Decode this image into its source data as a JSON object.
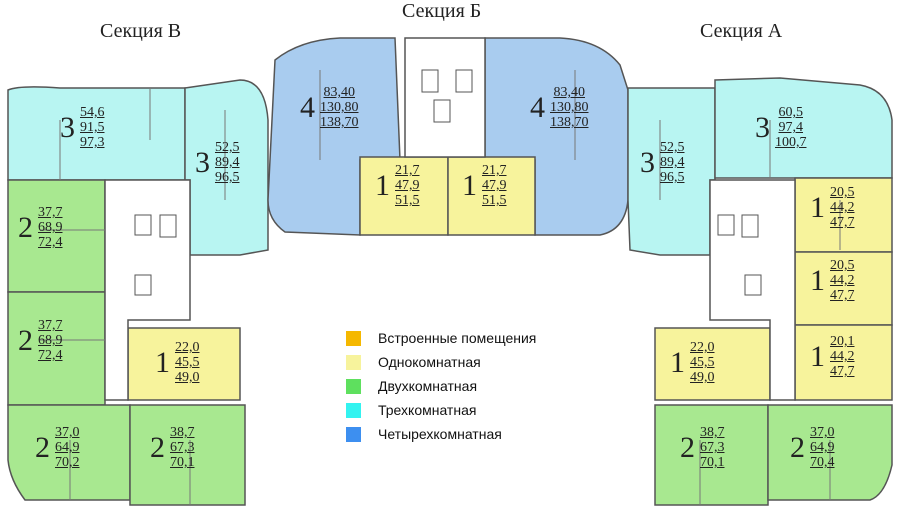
{
  "section_titles": {
    "v": "Секция В",
    "b": "Секция Б",
    "a": "Секция А"
  },
  "colors": {
    "builtin": "#f5b800",
    "one_room": "#f7f39c",
    "two_room": "#a8e890",
    "three_room": "#b8f5f2",
    "four_room": "#a9ccef",
    "walls": "#555555"
  },
  "legend": [
    {
      "label": "Встроенные помещения",
      "color": "#f5b800"
    },
    {
      "label": "Однокомнатная",
      "color": "#f7f39c"
    },
    {
      "label": "Двухкомнатная",
      "color": "#5ee05e"
    },
    {
      "label": "Трехкомнатная",
      "color": "#33f3f0"
    },
    {
      "label": "Четырехкомнатная",
      "color": "#3d8ff0"
    }
  ],
  "apartments": [
    {
      "rooms": "3",
      "a1": "54,6",
      "a2": "91,5",
      "a3": "97,3"
    },
    {
      "rooms": "3",
      "a1": "52,5",
      "a2": "89,4",
      "a3": "96,5"
    },
    {
      "rooms": "2",
      "a1": "37,7",
      "a2": "68,9",
      "a3": "72,4"
    },
    {
      "rooms": "2",
      "a1": "37,7",
      "a2": "68,9",
      "a3": "72,4"
    },
    {
      "rooms": "1",
      "a1": "22,0",
      "a2": "45,5",
      "a3": "49,0"
    },
    {
      "rooms": "2",
      "a1": "37,0",
      "a2": "64,9",
      "a3": "70,2"
    },
    {
      "rooms": "2",
      "a1": "38,7",
      "a2": "67,3",
      "a3": "70,1"
    },
    {
      "rooms": "4",
      "a1": "83,40",
      "a2": "130,80",
      "a3": "138,70"
    },
    {
      "rooms": "4",
      "a1": "83,40",
      "a2": "130,80",
      "a3": "138,70"
    },
    {
      "rooms": "1",
      "a1": "21,7",
      "a2": "47,9",
      "a3": "51,5"
    },
    {
      "rooms": "1",
      "a1": "21,7",
      "a2": "47,9",
      "a3": "51,5"
    },
    {
      "rooms": "3",
      "a1": "52,5",
      "a2": "89,4",
      "a3": "96,5"
    },
    {
      "rooms": "3",
      "a1": "60,5",
      "a2": "97,4",
      "a3": "100,7"
    },
    {
      "rooms": "1",
      "a1": "20,5",
      "a2": "44,2",
      "a3": "47,7"
    },
    {
      "rooms": "1",
      "a1": "20,5",
      "a2": "44,2",
      "a3": "47,7"
    },
    {
      "rooms": "1",
      "a1": "22,0",
      "a2": "45,5",
      "a3": "49,0"
    },
    {
      "rooms": "1",
      "a1": "20,1",
      "a2": "44,2",
      "a3": "47,7"
    },
    {
      "rooms": "2",
      "a1": "38,7",
      "a2": "67,3",
      "a3": "70,1"
    },
    {
      "rooms": "2",
      "a1": "37,0",
      "a2": "64,9",
      "a3": "70,4"
    }
  ]
}
